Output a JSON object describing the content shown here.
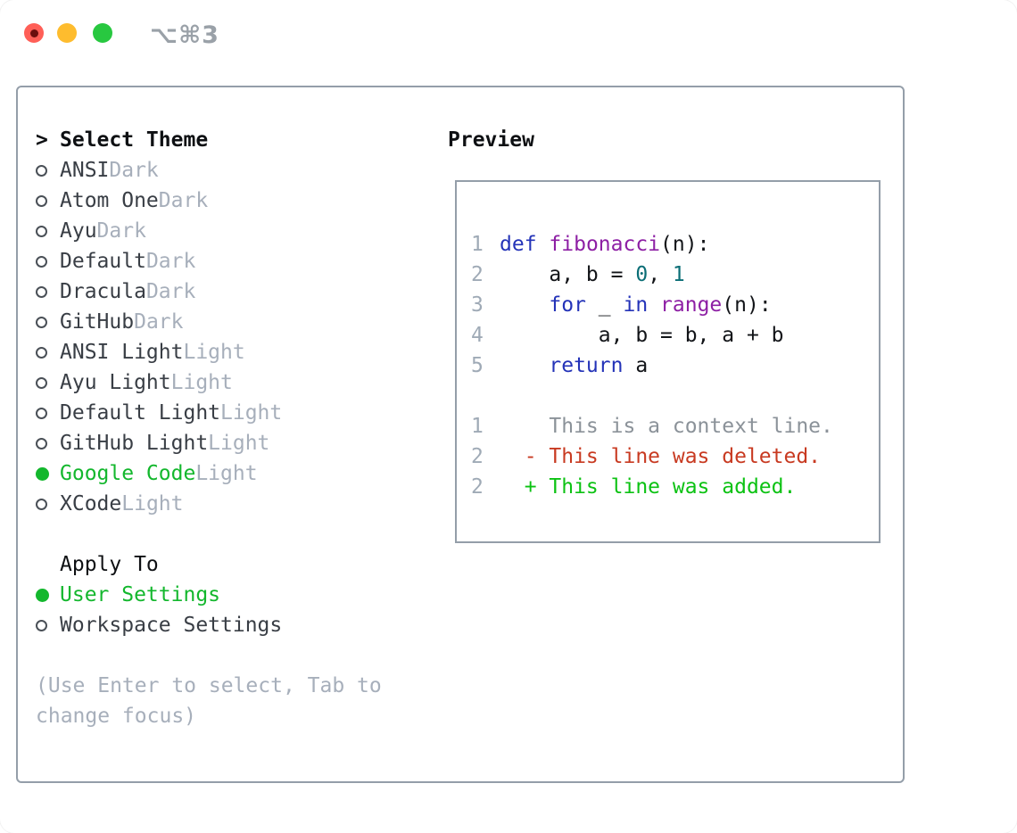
{
  "window": {
    "title_shortcut": "⌥⌘3"
  },
  "theme_panel": {
    "header": {
      "prefix": ">",
      "label": "Select Theme"
    },
    "themes": [
      {
        "name": "ANSI",
        "variant": "Dark",
        "selected": false
      },
      {
        "name": "Atom One",
        "variant": "Dark",
        "selected": false
      },
      {
        "name": "Ayu",
        "variant": "Dark",
        "selected": false
      },
      {
        "name": "Default",
        "variant": "Dark",
        "selected": false
      },
      {
        "name": "Dracula",
        "variant": "Dark",
        "selected": false
      },
      {
        "name": "GitHub",
        "variant": "Dark",
        "selected": false
      },
      {
        "name": "ANSI Light",
        "variant": "Light",
        "selected": false
      },
      {
        "name": "Ayu Light",
        "variant": "Light",
        "selected": false
      },
      {
        "name": "Default Light",
        "variant": "Light",
        "selected": false
      },
      {
        "name": "GitHub Light",
        "variant": "Light",
        "selected": false
      },
      {
        "name": "Google Code",
        "variant": "Light",
        "selected": true
      },
      {
        "name": "XCode",
        "variant": "Light",
        "selected": false
      }
    ],
    "apply_to": {
      "label": "Apply To",
      "options": [
        {
          "label": "User Settings",
          "selected": true
        },
        {
          "label": "Workspace Settings",
          "selected": false
        }
      ]
    },
    "help": "(Use Enter to select, Tab to change focus)"
  },
  "preview": {
    "label": "Preview",
    "code_lines": [
      {
        "num": "1",
        "tokens": [
          {
            "text": "def",
            "type": "keyword"
          },
          {
            "text": " ",
            "type": "plain"
          },
          {
            "text": "fibonacci",
            "type": "function"
          },
          {
            "text": "(n):",
            "type": "plain"
          }
        ]
      },
      {
        "num": "2",
        "tokens": [
          {
            "text": "    a, b = ",
            "type": "plain"
          },
          {
            "text": "0",
            "type": "literal"
          },
          {
            "text": ", ",
            "type": "plain"
          },
          {
            "text": "1",
            "type": "literal"
          }
        ]
      },
      {
        "num": "3",
        "tokens": [
          {
            "text": "    ",
            "type": "plain"
          },
          {
            "text": "for",
            "type": "keyword"
          },
          {
            "text": " _ ",
            "type": "plain"
          },
          {
            "text": "in",
            "type": "keyword"
          },
          {
            "text": " ",
            "type": "plain"
          },
          {
            "text": "range",
            "type": "function"
          },
          {
            "text": "(n):",
            "type": "plain"
          }
        ]
      },
      {
        "num": "4",
        "tokens": [
          {
            "text": "        a, b = b, a + b",
            "type": "plain"
          }
        ]
      },
      {
        "num": "5",
        "tokens": [
          {
            "text": "    ",
            "type": "plain"
          },
          {
            "text": "return",
            "type": "keyword"
          },
          {
            "text": " a",
            "type": "plain"
          }
        ]
      }
    ],
    "diff_lines": [
      {
        "num": "1",
        "text": "    This is a context line.",
        "type": "context"
      },
      {
        "num": "2",
        "text": "  - This line was deleted.",
        "type": "deleted"
      },
      {
        "num": "2",
        "text": "  + This line was added.",
        "type": "added"
      }
    ]
  },
  "colors": {
    "keyword": "#2433b8",
    "function": "#8d1fa4",
    "literal": "#0b6e76",
    "plain": "#121418",
    "line_num": "#9faab6",
    "context": "#8b9299",
    "deleted": "#c83a21",
    "added": "#0cc213",
    "ui_green": "#13b72d",
    "name": "#393e45",
    "variant": "#a7afbb",
    "header": "#0e1013",
    "help": "#a7afbb",
    "panel_border": "#949ea9",
    "titlebar_gray": "#9aa1a8",
    "tl_red": "#ff5f57",
    "tl_yellow": "#febc2e",
    "tl_green": "#28c840"
  }
}
